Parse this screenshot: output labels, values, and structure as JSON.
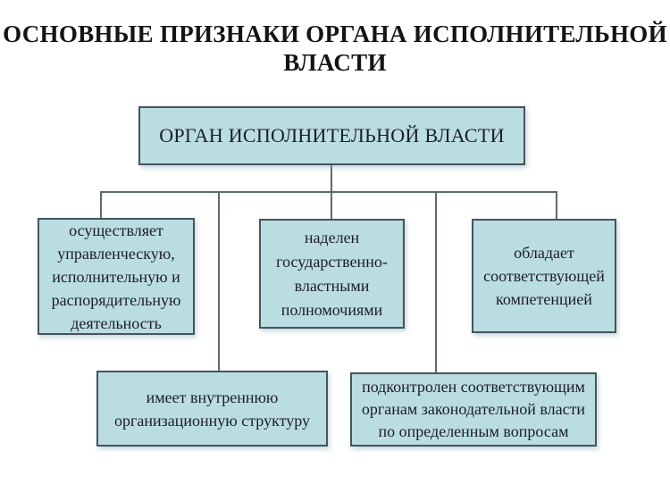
{
  "title": {
    "text": "ОСНОВНЫЕ ПРИЗНАКИ ОРГАНА ИСПОЛНИТЕЛЬНОЙ ВЛАСТИ",
    "lines": [
      "ОСНОВНЫЕ ПРИЗНАКИ ОРГАНА ИСПОЛНИТЕЛЬНОЙ",
      "ВЛАСТИ"
    ]
  },
  "root_box": {
    "label": "ОРГАН ИСПОЛНИТЕЛЬНОЙ ВЛАСТИ"
  },
  "feature_boxes": [
    {
      "lines": [
        "осуществляет",
        "управленческую,",
        "исполнительную и",
        "распорядительную",
        "деятельность"
      ]
    },
    {
      "lines": [
        "наделен",
        "государственно-",
        "властными",
        "полномочиями"
      ]
    },
    {
      "lines": [
        "обладает",
        "соответствующей",
        "компетенцией"
      ]
    },
    {
      "lines": [
        "имеет внутреннюю",
        "организационную структуру"
      ]
    },
    {
      "lines": [
        "подконтролен соответствующим",
        "органам законодательной власти",
        "по определенным вопросам"
      ]
    }
  ],
  "colors": {
    "background": "#ffffff",
    "box_fill": "#badde1",
    "box_border": "#47545c",
    "connector": "#5d6a70",
    "text": "#1d1d26",
    "title_text": "#141414"
  }
}
